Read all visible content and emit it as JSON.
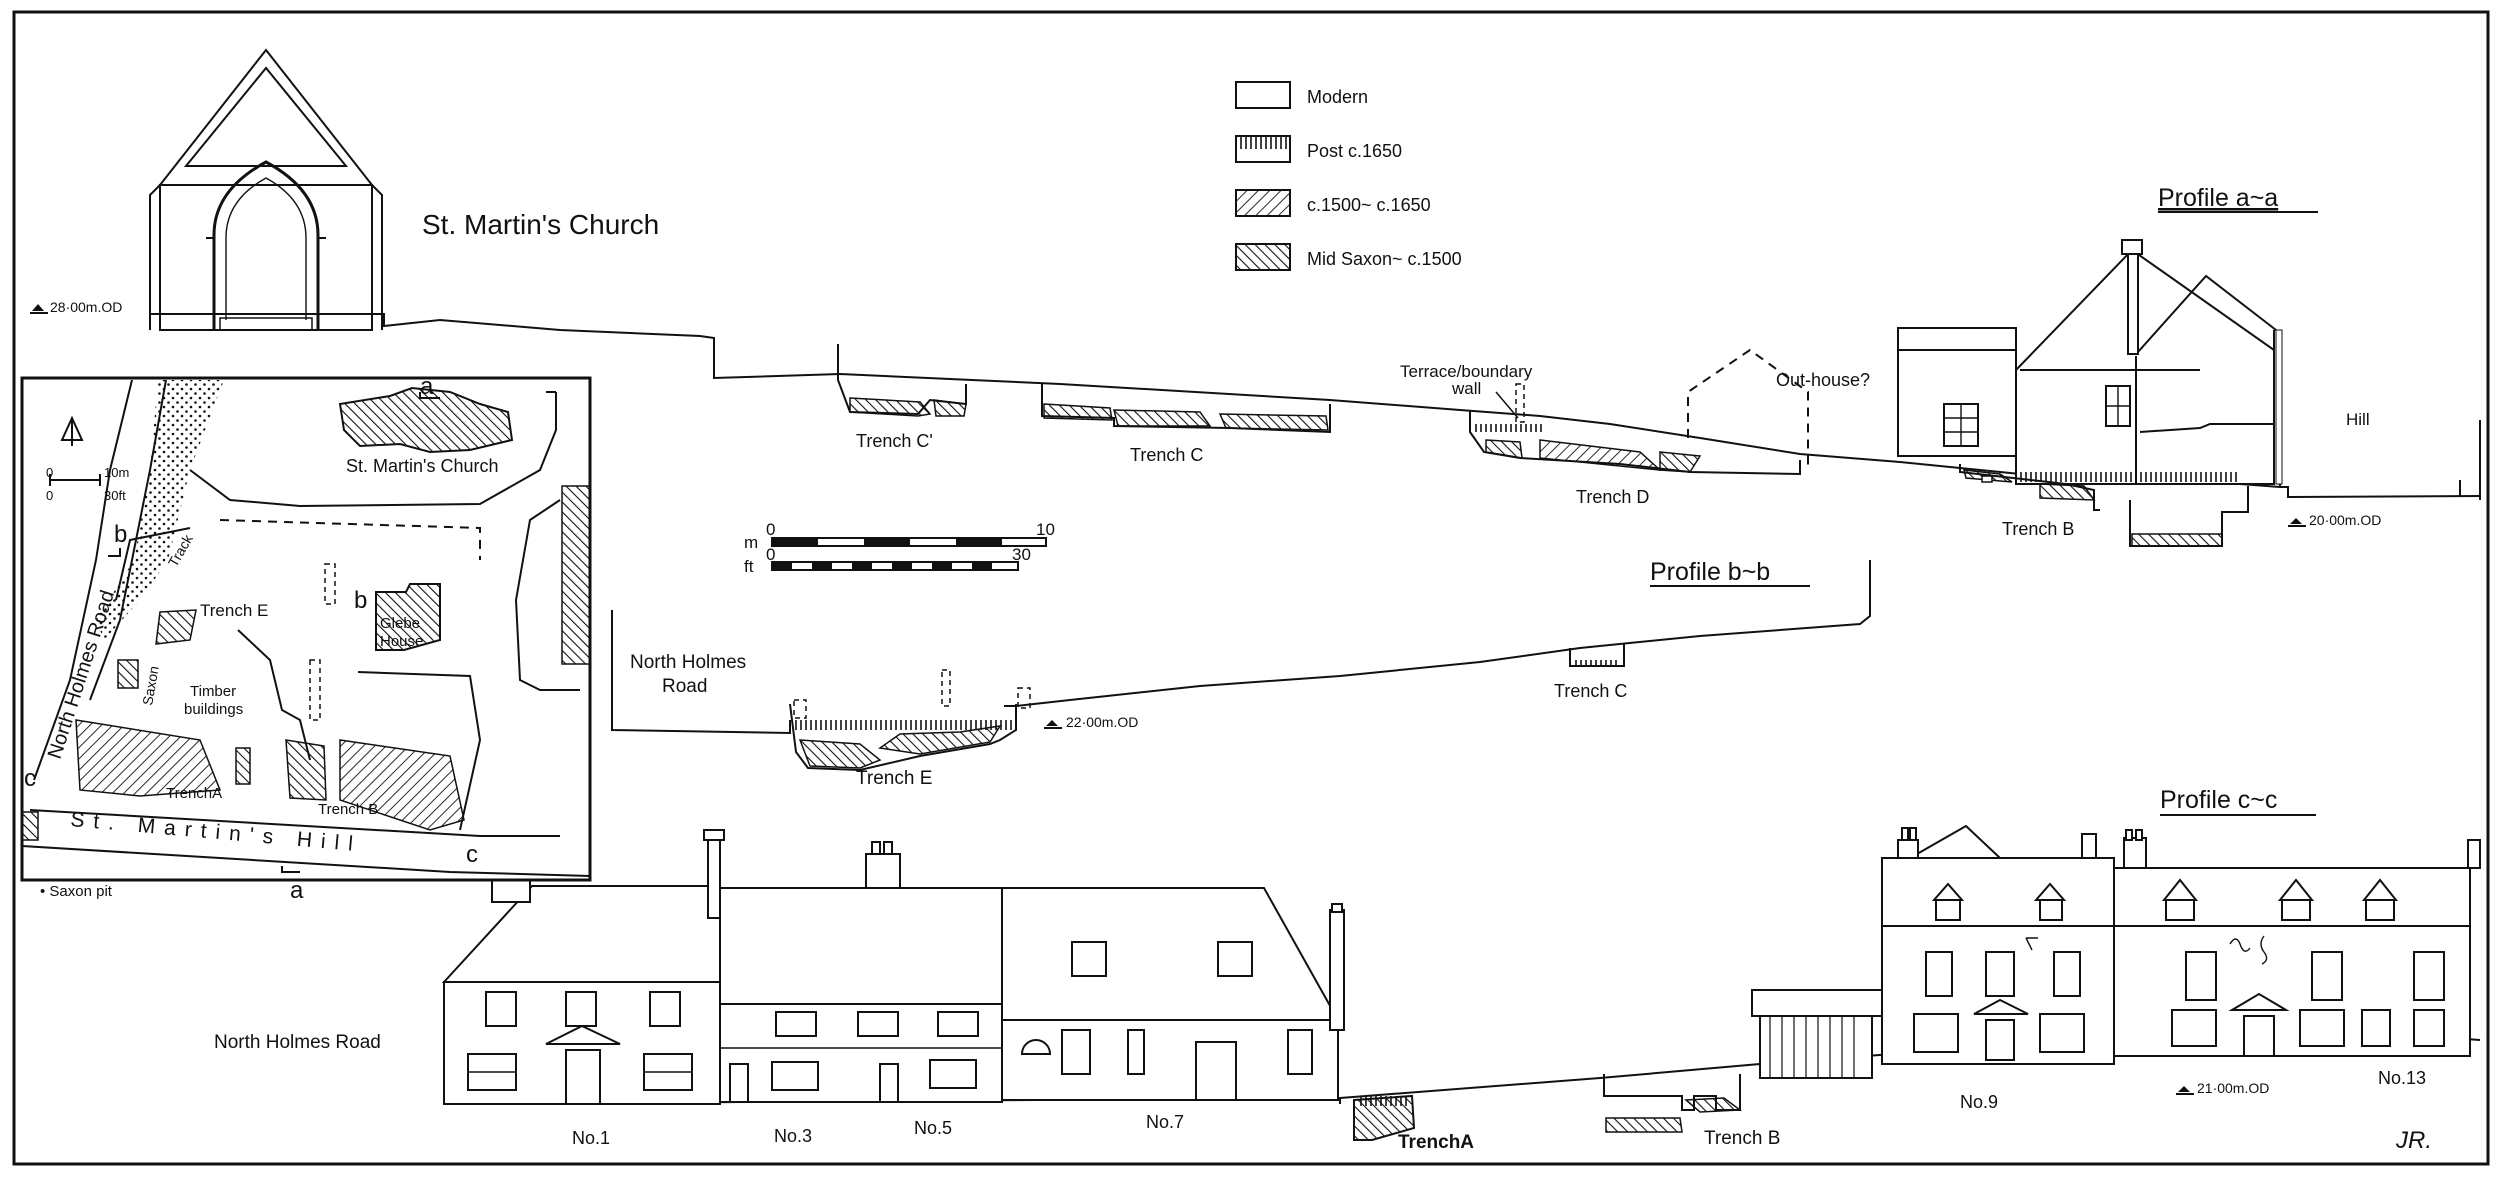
{
  "church": {
    "title": "St. Martin's Church",
    "datum": "28·00m.OD"
  },
  "legend": {
    "items": [
      {
        "key": "modern",
        "label": "Modern"
      },
      {
        "key": "post1650",
        "label": "Post c.1650"
      },
      {
        "key": "c1500_1650",
        "label": "c.1500~ c.1650"
      },
      {
        "key": "midsaxon",
        "label": "Mid Saxon~ c.1500"
      }
    ]
  },
  "scale": {
    "m_label": "m",
    "ft_label": "ft",
    "m_start": "0",
    "m_end": "10",
    "ft_start": "0",
    "ft_end": "30"
  },
  "profile_aa": {
    "title": "Profile a~a",
    "hill": "Hill",
    "datum": "20·00m.OD",
    "trench_c1": "Trench C'",
    "trench_c": "Trench C",
    "trench_d": "Trench D",
    "trench_b": "Trench B",
    "terrace_line1": "Terrace/boundary",
    "terrace_line2": "wall",
    "outhouse": "Out-house?"
  },
  "profile_bb": {
    "title": "Profile b~b",
    "road_line1": "North Holmes",
    "road_line2": "Road",
    "trench_c": "Trench C",
    "trench_e": "Trench E",
    "datum": "22·00m.OD"
  },
  "profile_cc": {
    "title": "Profile c~c",
    "road": "North Holmes Road",
    "houses": [
      "No.1",
      "No.3",
      "No.5",
      "No.7",
      "No.9",
      "No.13"
    ],
    "trench_a": "TrenchA",
    "trench_b": "Trench B",
    "datum": "21·00m.OD",
    "signature": "JR."
  },
  "map": {
    "church": "St. Martin's Church",
    "scale_m_start": "0",
    "scale_m_end": "10m",
    "scale_ft_start": "0",
    "scale_ft_end": "30ft",
    "track": "Track",
    "trench_e": "Trench E",
    "glebe_line1": "Glebe",
    "glebe_line2": "House",
    "timber_line1": "Timber",
    "timber_line2": "buildings",
    "saxon": "Saxon",
    "north_holmes_road": "North Holmes Road",
    "st_martins_hill": "St. Martin's Hill",
    "trench_a": "TrenchA",
    "trench_b": "Trench B",
    "saxon_pit": "• Saxon pit",
    "section_letters": {
      "a_top": "a",
      "a_bottom": "a",
      "b_left": "b",
      "b_mid": "b",
      "c_left": "c",
      "c_right": "c"
    }
  }
}
